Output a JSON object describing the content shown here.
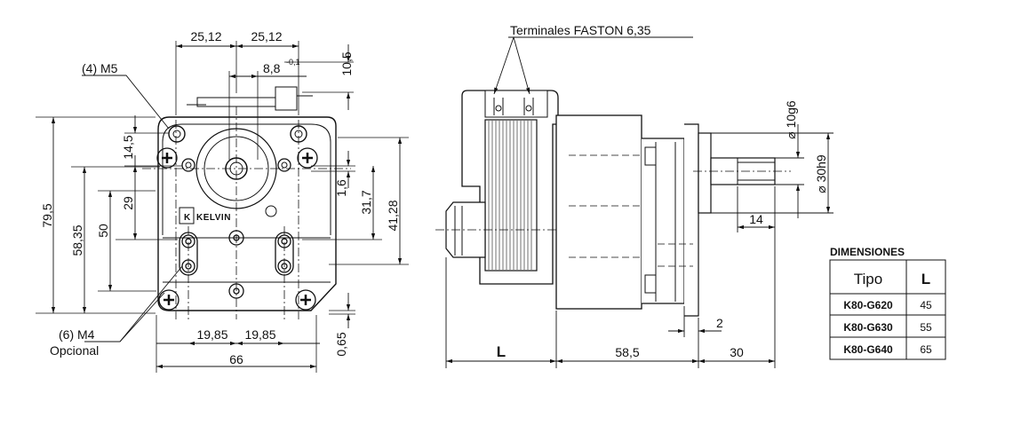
{
  "front_view": {
    "dims": {
      "top_left": "25,12",
      "top_right": "25,12",
      "shaft_flat": "8,8",
      "shaft_flat_tol": "-0,1",
      "top_offset": "10,5",
      "d14_5": "14,5",
      "d29": "29",
      "d50": "50",
      "d58_35": "58,35",
      "d79_5": "79,5",
      "d1_6": "1,6",
      "d31_7": "31,7",
      "d41_28": "41,28",
      "bottom_left": "19,85",
      "bottom_right": "19,85",
      "width": "66",
      "bottom_offset": "0,65"
    },
    "labels": {
      "m5": "(4) M5",
      "m4": "(6) M4",
      "optional": "Opcional",
      "logo": "KELVIN"
    }
  },
  "side_view": {
    "terminals": "Terminales FASTON 6,35",
    "dims": {
      "shaft_dia": "10g6",
      "flange_dia": "30h9",
      "flat_len": "14",
      "gap": "2",
      "L": "L",
      "body": "58,5",
      "shaft_len": "30"
    }
  },
  "table": {
    "title": "DIMENSIONES",
    "headers": [
      "Tipo",
      "L"
    ],
    "rows": [
      {
        "tipo": "K80-G620",
        "l": "45"
      },
      {
        "tipo": "K80-G630",
        "l": "55"
      },
      {
        "tipo": "K80-G640",
        "l": "65"
      }
    ]
  }
}
